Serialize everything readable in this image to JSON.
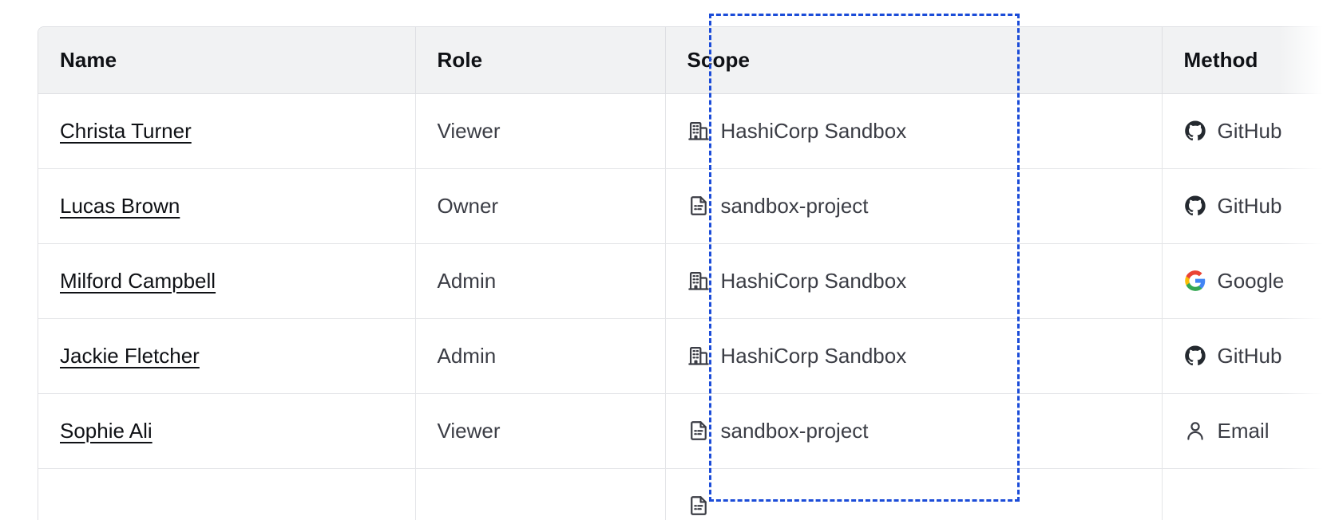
{
  "table": {
    "columns": [
      {
        "key": "name",
        "label": "Name"
      },
      {
        "key": "role",
        "label": "Role"
      },
      {
        "key": "scope",
        "label": "Scope"
      },
      {
        "key": "method",
        "label": "Method"
      }
    ],
    "rows": [
      {
        "name": "Christa Turner",
        "role": "Viewer",
        "scope": "HashiCorp Sandbox",
        "scope_icon": "organization-icon",
        "method": "GitHub",
        "method_icon": "github-icon"
      },
      {
        "name": "Lucas Brown",
        "role": "Owner",
        "scope": "sandbox-project",
        "scope_icon": "project-document-icon",
        "method": "GitHub",
        "method_icon": "github-icon"
      },
      {
        "name": "Milford Campbell",
        "role": "Admin",
        "scope": "HashiCorp Sandbox",
        "scope_icon": "organization-icon",
        "method": "Google",
        "method_icon": "google-icon"
      },
      {
        "name": "Jackie Fletcher",
        "role": "Admin",
        "scope": "HashiCorp Sandbox",
        "scope_icon": "organization-icon",
        "method": "GitHub",
        "method_icon": "github-icon"
      },
      {
        "name": "Sophie Ali",
        "role": "Viewer",
        "scope": "sandbox-project",
        "scope_icon": "project-document-icon",
        "method": "Email",
        "method_icon": "user-icon"
      },
      {
        "name": "",
        "role": "",
        "scope": "",
        "scope_icon": "project-document-icon",
        "method": "",
        "method_icon": ""
      }
    ]
  },
  "highlight": {
    "target_column": "Scope",
    "style": "dashed",
    "color": "#1b4cd8"
  },
  "colors": {
    "header_background": "#f1f2f3",
    "border": "#dedfe3",
    "row_border": "#e4e5e8",
    "text_primary": "#0f1115",
    "text_secondary": "#3b3d45",
    "highlight": "#1b4cd8",
    "google_blue": "#4285f4",
    "google_red": "#ea4335",
    "google_yellow": "#fbbc05",
    "google_green": "#34a853",
    "github_dark": "#24292f"
  }
}
